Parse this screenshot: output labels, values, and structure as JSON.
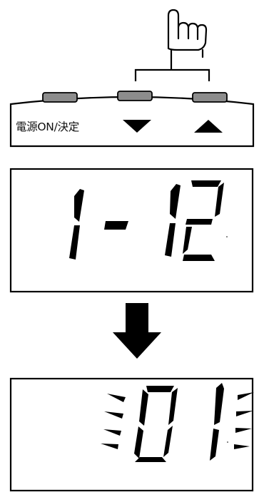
{
  "device": {
    "power_button_label": "電源ON/決定",
    "down_button_symbol": "▼",
    "up_button_symbol": "▲"
  },
  "display_top": {
    "value": "1- 12"
  },
  "display_bottom": {
    "value": "01",
    "blinking": true
  },
  "icons": {
    "hand": "pointing-hand-icon",
    "arrow": "down-arrow-icon",
    "blink_rays": "blink-indicator-icon"
  },
  "colors": {
    "ink": "#000000",
    "button_gray": "#8c8c8c",
    "background": "#ffffff"
  }
}
